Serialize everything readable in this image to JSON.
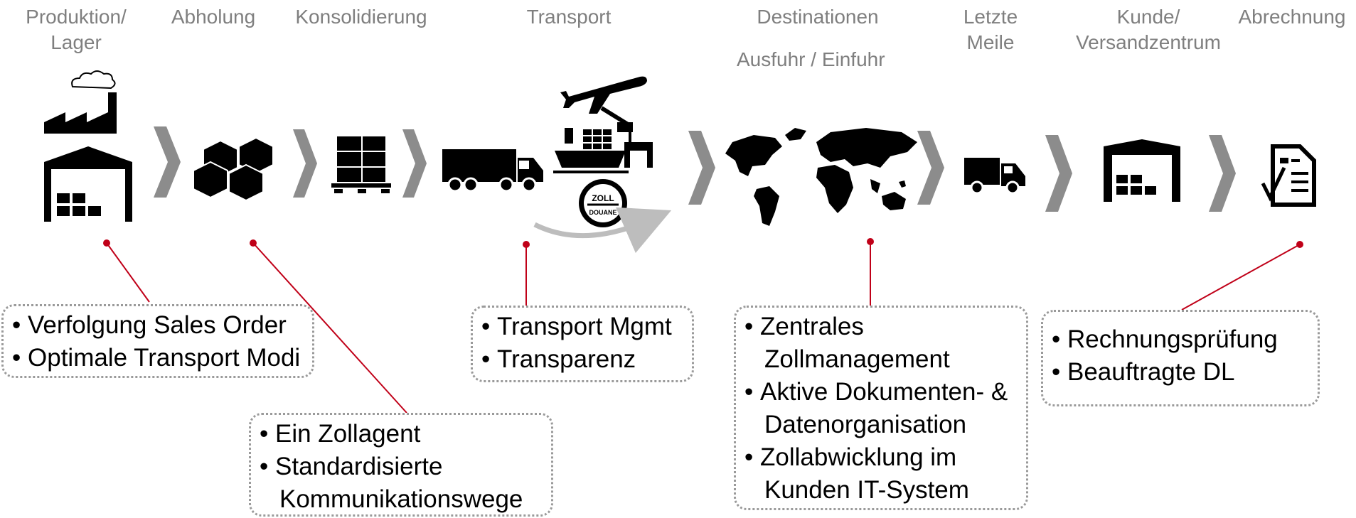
{
  "stages": [
    {
      "line1": "Produktion/",
      "line2": "Lager"
    },
    {
      "line1": "Abholung",
      "line2": ""
    },
    {
      "line1": "Konsolidierung",
      "line2": ""
    },
    {
      "line1": "Transport",
      "line2": ""
    },
    {
      "line1": "Destinationen",
      "line2": ""
    },
    {
      "line1": "Letzte",
      "line2": "Meile"
    },
    {
      "line1": "Kunde/",
      "line2": "Versandzentrum"
    },
    {
      "line1": "Abrechnung",
      "line2": ""
    }
  ],
  "destination_subtitle": "Ausfuhr / Einfuhr",
  "customs_badge": {
    "top": "ZOLL",
    "bottom": "DOUANE"
  },
  "boxes": {
    "production": [
      "Verfolgung Sales Order",
      "Optimale Transport Modi"
    ],
    "pickup": [
      "Ein Zollagent",
      "Standardisierte",
      "Kommunikationswege"
    ],
    "transport": [
      "Transport Mgmt",
      "Transparenz"
    ],
    "destination": [
      "Zentrales",
      "Zollmanagement",
      "Aktive Dokumenten- &",
      "Datenorganisation",
      "Zollabwicklung im",
      "Kunden IT-System"
    ],
    "billing": [
      "Rechnungsprüfung",
      "Beauftragte DL"
    ]
  },
  "icons": [
    "factory-icon",
    "boxes-icon",
    "pallet-icon",
    "truck-icon",
    "airplane-icon",
    "ship-icon",
    "customs-badge-icon",
    "world-map-icon",
    "van-icon",
    "warehouse-icon",
    "invoice-icon",
    "chevron-icon"
  ],
  "colors": {
    "accent": "#c00018",
    "chevron": "#8c8c8c",
    "label": "#7f7f7f",
    "border": "#9a9a9a"
  }
}
